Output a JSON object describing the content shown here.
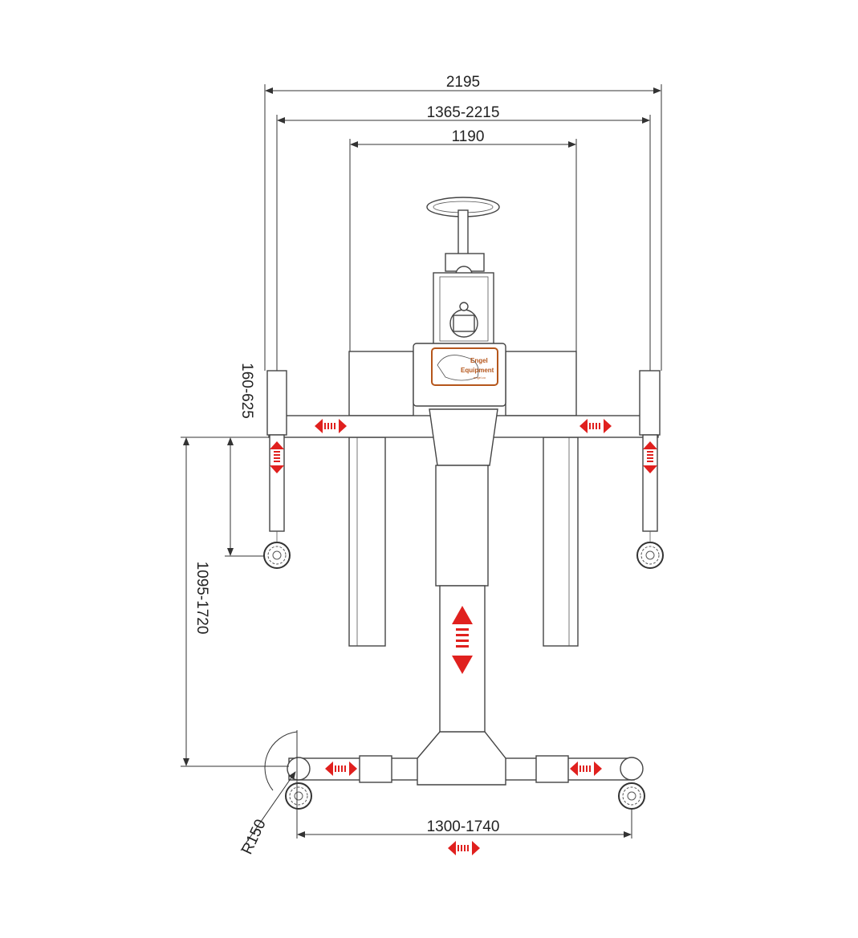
{
  "dimensions": {
    "overall_width": "2195",
    "leg_span": "1365-2215",
    "frame_width": "1190",
    "leg_height": "160-625",
    "lift_height": "1095-1720",
    "base_width": "1300-1740",
    "turn_radius": "R150"
  },
  "logo": {
    "line1": "Engel",
    "line2": "Equipment",
    "tagline": "engel.co"
  },
  "colors": {
    "arrow": "#e0201e",
    "logo": "#b5561b",
    "line": "#333333"
  }
}
